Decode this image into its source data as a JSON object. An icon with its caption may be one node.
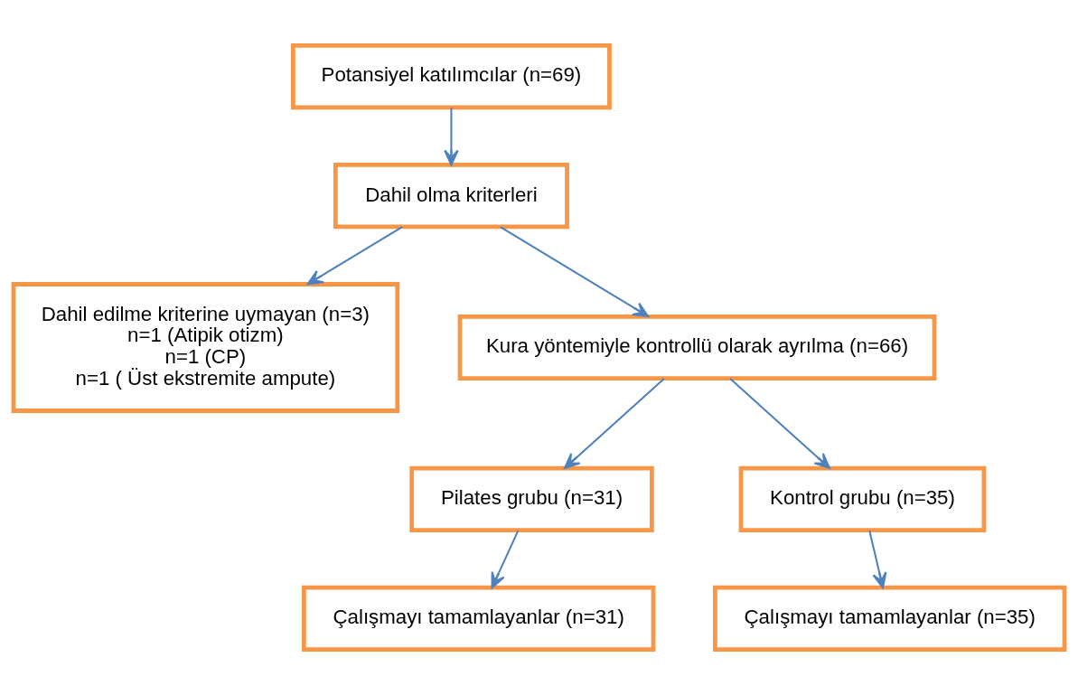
{
  "diagram": {
    "nodes": [
      {
        "text": [
          "Potansiyel katılımcılar (n=69)"
        ]
      },
      {
        "text": [
          "Dahil olma kriterleri"
        ]
      },
      {
        "text": [
          "Dahil edilme kriterine uymayan (n=3)",
          "n=1 (Atipik otizm)",
          "n=1 (CP)",
          "n=1 ( Üst ekstremite ampute)"
        ]
      },
      {
        "text": [
          "Kura yöntemiyle kontrollü olarak ayrılma (n=66)"
        ]
      },
      {
        "text": [
          "Pilates grubu (n=31)"
        ]
      },
      {
        "text": [
          "Kontrol grubu (n=35)"
        ]
      },
      {
        "text": [
          "Çalışmayı tamamlayanlar (n=31)"
        ]
      },
      {
        "text": [
          "Çalışmayı tamamlayanlar (n=35)"
        ]
      }
    ],
    "edges": [
      {
        "from": 0,
        "to": 1,
        "arrow": "to"
      },
      {
        "from": 1,
        "to": 2,
        "arrow": "to"
      },
      {
        "from": 1,
        "to": 3,
        "arrow": "to"
      },
      {
        "from": 3,
        "to": 4,
        "arrow": "to"
      },
      {
        "from": 3,
        "to": 5,
        "arrow": "to"
      },
      {
        "from": 4,
        "to": 6,
        "arrow": "to"
      },
      {
        "from": 5,
        "to": 7,
        "arrow": "to"
      }
    ]
  }
}
